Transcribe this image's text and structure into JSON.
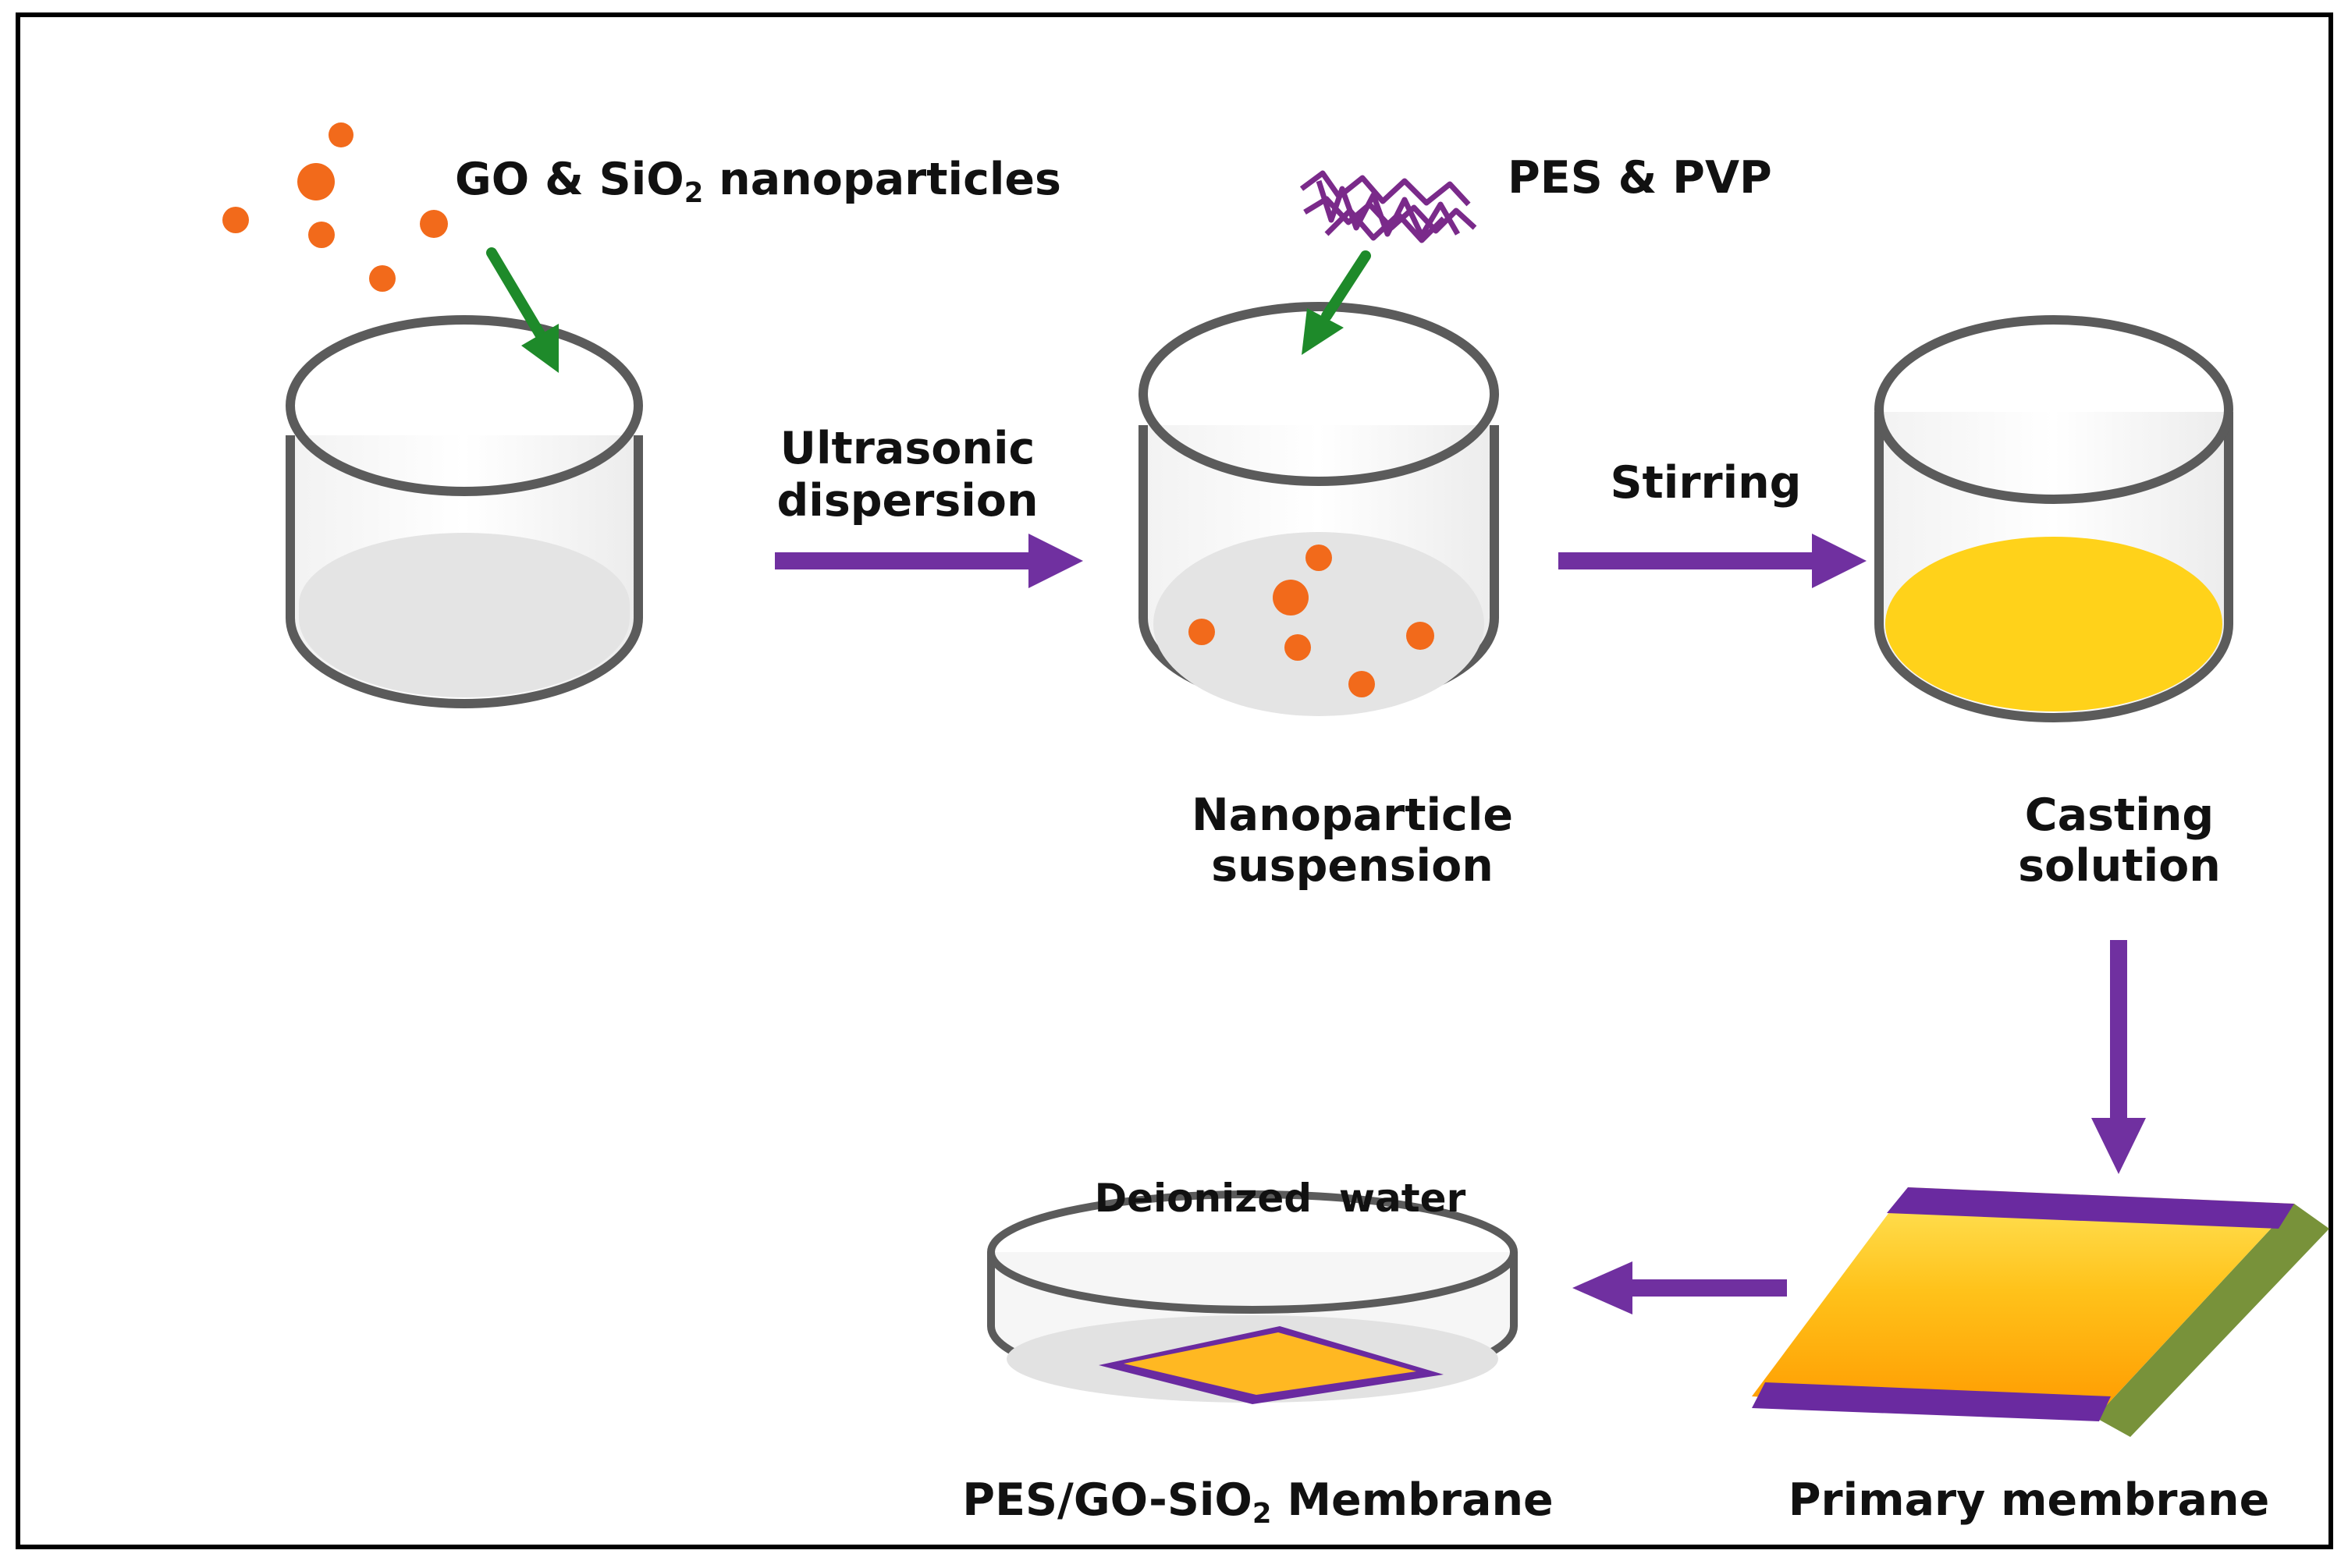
{
  "labels": {
    "go_sio2_pre": "GO & SiO",
    "go_sio2_sub": "2",
    "go_sio2_post": " nanoparticles",
    "pes_pvp": "PES & PVP",
    "ultrasonic_line1": "Ultrasonic",
    "ultrasonic_line2": "dispersion",
    "stirring": "Stirring",
    "nanoparticle_line1": "Nanoparticle",
    "nanoparticle_line2": "suspension",
    "casting_line1": "Casting",
    "casting_line2": "solution",
    "deionized_water": "Deionized  water",
    "primary_membrane": "Primary membrane",
    "final_pre": "PES/GO-SiO",
    "final_sub": "2",
    "final_post": " Membrane"
  },
  "colors": {
    "arrow_purple": "#7030a0",
    "arrow_green": "#1e8a2a",
    "particle_orange": "#f26a1b",
    "solution_yellow": "#ffd21a",
    "liquid_gray": "#e4e4e4",
    "polymer_purple": "#7a2a8a",
    "membrane_edge_green": "#78923a",
    "frame": "#000000"
  }
}
